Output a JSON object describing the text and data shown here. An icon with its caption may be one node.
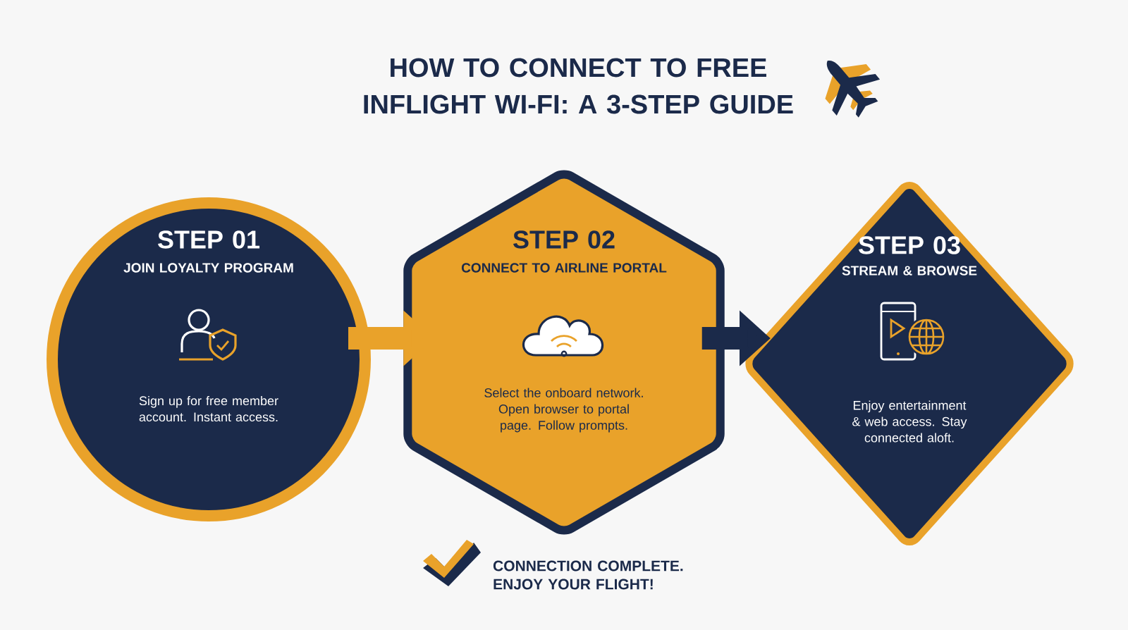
{
  "diagram": {
    "title": "HOW TO CONNECT TO FREE INFLIGHT WI-FI: A 3-STEP GUIDE",
    "nodes": [
      {
        "text": [
          "STEP 01",
          "JOIN LOYALTY PROGRAM",
          "Sign up for free member account. Instant access."
        ]
      },
      {
        "text": [
          "STEP 02",
          "CONNECT TO AIRLINE PORTAL",
          "Select the onboard network. Open browser to portal page. Follow prompts."
        ]
      },
      {
        "text": [
          "STEP 03",
          "STREAM & BROWSE",
          "Enjoy entertainment & web access. Stay connected aloft."
        ]
      }
    ],
    "edges": [
      {
        "from": 0,
        "to": 1,
        "arrow": "to",
        "color": "#e9a22a"
      },
      {
        "from": 1,
        "to": 2,
        "arrow": "to",
        "color": "#1b2a4a"
      }
    ],
    "labels": [
      "CONNECTION COMPLETE. ENJOY YOUR FLIGHT!"
    ]
  }
}
